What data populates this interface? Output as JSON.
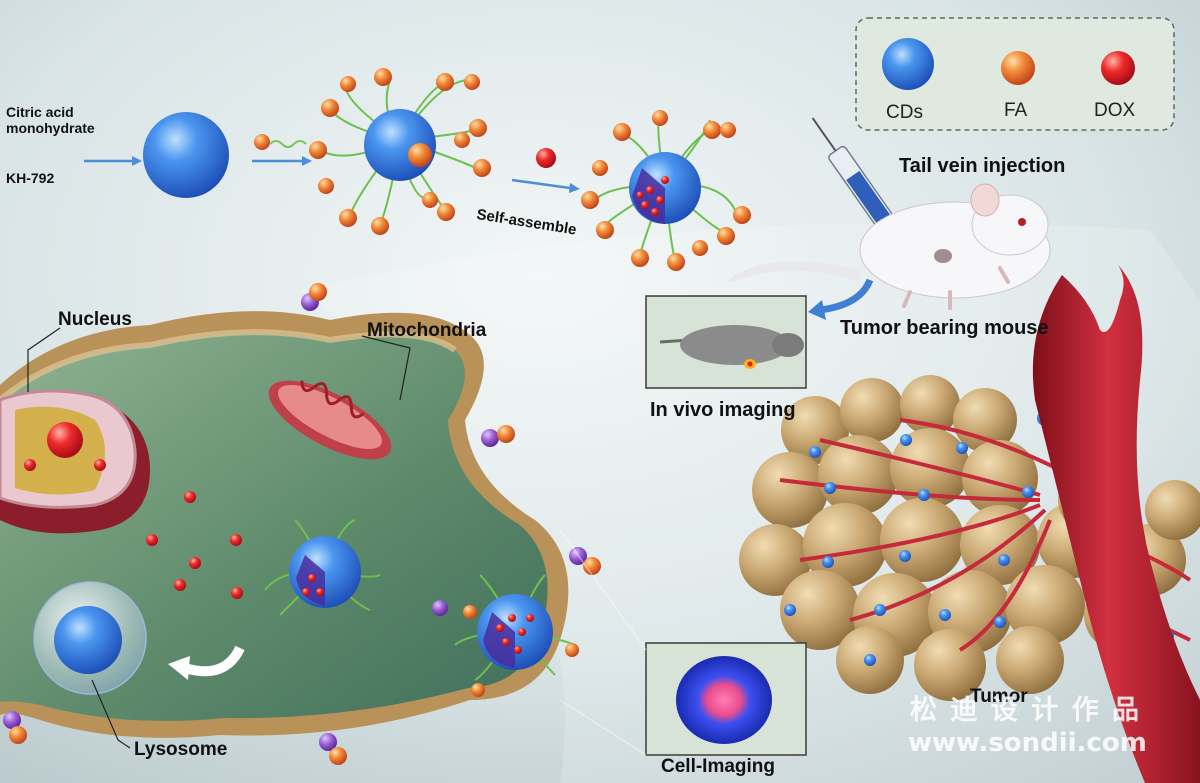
{
  "legend": {
    "items": [
      {
        "label": "CDs",
        "color": "#3f86e6"
      },
      {
        "label": "FA",
        "color": "#f07a2e"
      },
      {
        "label": "DOX",
        "color": "#e8202a"
      }
    ]
  },
  "synthesis": {
    "reagent_1": "Citric acid monohydrate",
    "reagent_2": "KH-792",
    "self_assemble": "Self-assemble"
  },
  "labels": {
    "tail_vein": "Tail vein injection",
    "tumor_mouse": "Tumor bearing mouse",
    "in_vivo": "In vivo imaging",
    "nucleus": "Nucleus",
    "mitochondria": "Mitochondria",
    "lysosome": "Lysosome",
    "tumor": "Tumor",
    "cell_imaging": "Cell-Imaging"
  },
  "watermark": {
    "cn": "松 迪 设 计 作 品",
    "url": "www.sondii.com"
  },
  "colors": {
    "cd_blue": "#3f86e6",
    "fa_orange": "#f07a2e",
    "dox_red": "#e8202a",
    "vessel_red": "#b8202c",
    "tumor_tan": "#c9a772",
    "cell_tan": "#c8a46e",
    "cytoplasm": "#6f9a78"
  }
}
